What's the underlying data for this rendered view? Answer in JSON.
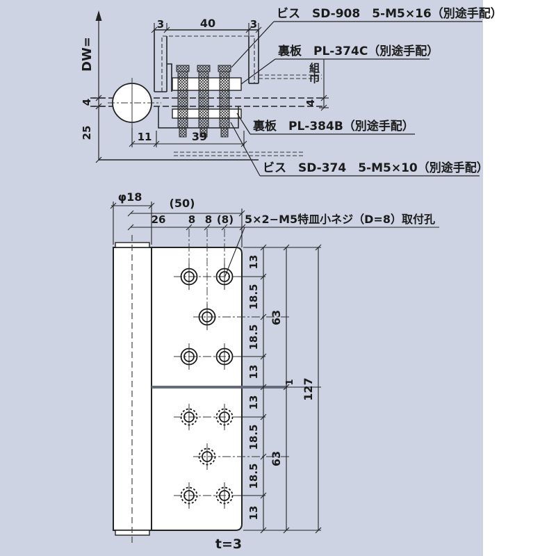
{
  "page": {
    "panel_color": "#cdd3e2",
    "magenta": "#d8337c"
  },
  "section_view": {
    "dw_label": "DW=",
    "dim_3_left": "3",
    "dim_40": "40",
    "dim_3_right": "3",
    "dim_4_left": "4",
    "dim_25": "25",
    "dim_11": "11",
    "dim_39": "39",
    "kumihaba_label": "組巾",
    "dim_4_right": "4",
    "callouts": {
      "screw_top": "ビス　SD-908　5-M5×16（別途手配）",
      "backplate_top": "裏板　PL-374C（別途手配）",
      "backplate_bottom": "裏板　PL-384B（別途手配）",
      "screw_bottom": "ビス　SD-374　5-M5×10（別途手配）"
    }
  },
  "front_view": {
    "dim_dia": "φ18",
    "dim_50": "(50)",
    "dim_26": "26",
    "dim_8a": "8",
    "dim_8b": "8",
    "dim_8c": "(8)",
    "hole_note": "5×2−M5特皿小ネジ（D=8）取付孔",
    "seg": [
      "13",
      "18.5",
      "18.5",
      "13",
      "13",
      "18.5",
      "18.5",
      "13"
    ],
    "dim_63_upper": "63",
    "dim_63_lower": "63",
    "dim_127": "127",
    "dim_gap": "1",
    "thickness_note": "t=3"
  }
}
